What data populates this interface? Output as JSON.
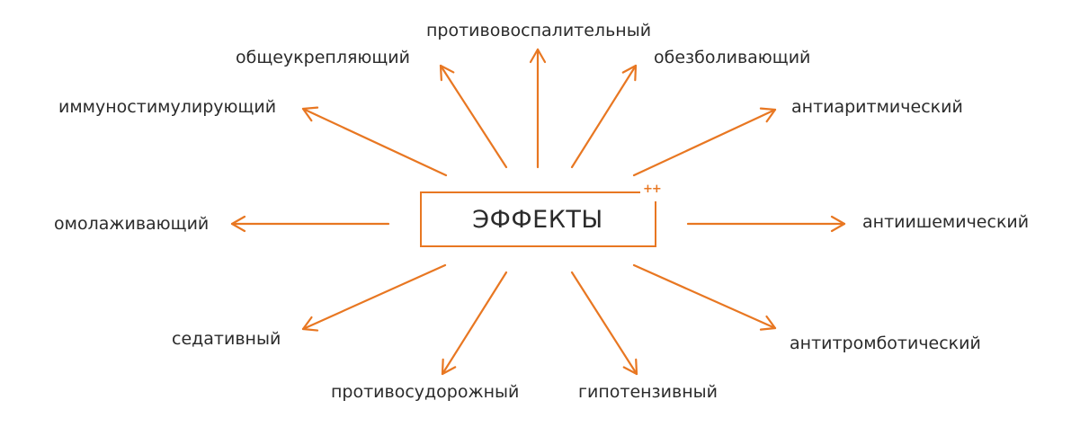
{
  "center": {
    "title": "ЭФФЕКТЫ",
    "mark": "++"
  },
  "colors": {
    "accent": "#e87722",
    "text": "#2b2b2b",
    "background": "#ffffff"
  },
  "effects": [
    {
      "label": "противовоспалительный",
      "direction": "up"
    },
    {
      "label": "общеукрепляющий",
      "direction": "up-left"
    },
    {
      "label": "обезболивающий",
      "direction": "up-right"
    },
    {
      "label": "иммуностимулирующий",
      "direction": "left-up"
    },
    {
      "label": "антиаритмический",
      "direction": "right-up"
    },
    {
      "label": "омолаживающий",
      "direction": "left"
    },
    {
      "label": "антиишемический",
      "direction": "right"
    },
    {
      "label": "седативный",
      "direction": "left-down"
    },
    {
      "label": "антитромботический",
      "direction": "right-down"
    },
    {
      "label": "противосудорожный",
      "direction": "down-left"
    },
    {
      "label": "гипотензивный",
      "direction": "down-right"
    }
  ]
}
